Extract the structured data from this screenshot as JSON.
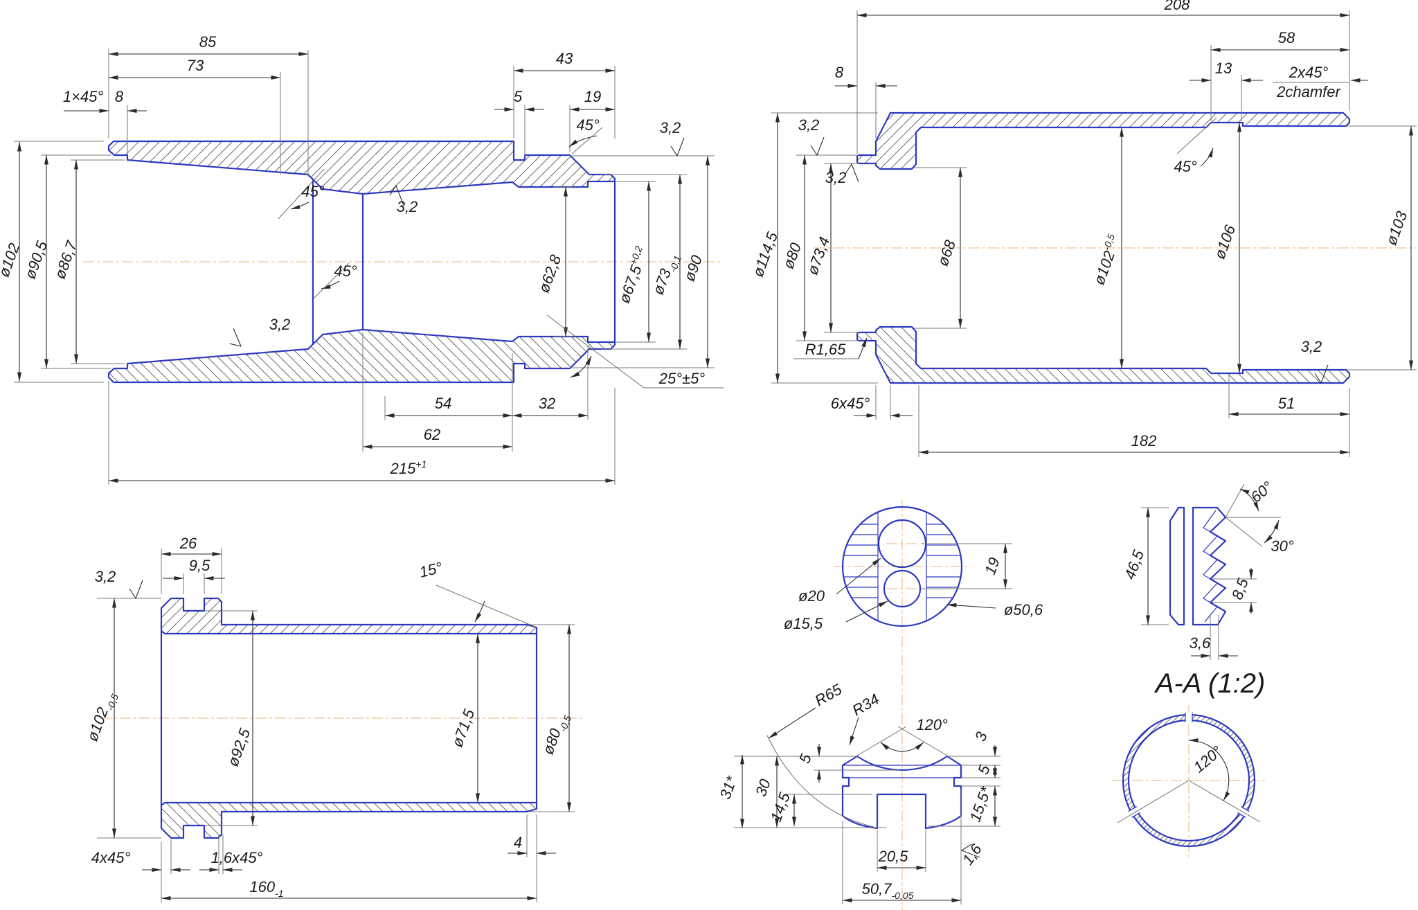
{
  "drawing": {
    "type": "engineering-drawing",
    "description": "Four-view machined sleeve technical drawing with section A-A",
    "colors": {
      "outline": "#2d39c0",
      "dimension": "#2b2b2b",
      "extension": "#787878",
      "centerline": "#f0c092",
      "hatch": "#6a6a6a",
      "background": "#ffffff"
    },
    "v1": {
      "d85": "85",
      "d73": "73",
      "ch1x45": "1×45°",
      "d8": "8",
      "d43": "43",
      "d5": "5",
      "d19": "19",
      "a45a": "45°",
      "a45b": "45°",
      "a45c": "45°",
      "r32a": "3,2",
      "r32b": "3,2",
      "r32c": "3,2",
      "dia102": "ø102",
      "dia90_5": "ø90,5",
      "dia86_7": "ø86,7",
      "dia62_8": "ø62,8",
      "dia67_5": "ø67,5",
      "dia67_5t": "+0,2",
      "dia73": "ø73",
      "dia73t": "-0,1",
      "dia90": "ø90",
      "a25": "25°±5°",
      "d54": "54",
      "d32": "32",
      "d62": "62",
      "d215": "215",
      "d215t": "+1"
    },
    "v2": {
      "d208": "208",
      "d58": "58",
      "d13": "13",
      "ch2x45": "2x45°",
      "ch2name": "2chamfer",
      "d8": "8",
      "r32a": "3,2",
      "r32b": "3,2",
      "r32c": "3,2",
      "dia114_5": "ø114,5",
      "dia80": "ø80",
      "dia73_4": "ø73,4",
      "dia68": "ø68",
      "dia102": "ø102",
      "dia102t": "-0,5",
      "dia106": "ø106",
      "dia103": "ø103",
      "r165": "R1,65",
      "ch6x45": "6x45°",
      "a45": "45°",
      "d51": "51",
      "d182": "182"
    },
    "v3": {
      "d26": "26",
      "d9_5": "9,5",
      "r32": "3,2",
      "dia102": "ø102",
      "dia102t": "-0,5",
      "dia92_5": "ø92,5",
      "dia71_5": "ø71,5",
      "dia80": "ø80",
      "dia80t": "-0,5",
      "a15": "15°",
      "d4": "4",
      "ch4x45": "4x45°",
      "ch16x45": "1,6x45°",
      "d160": "160",
      "d160t": "-1"
    },
    "v4": {
      "dia20": "ø20",
      "dia15_5": "ø15,5",
      "dia50_6": "ø50,6",
      "d19": "19"
    },
    "v5": {
      "r65": "R65",
      "r34": "R34",
      "a120": "120°",
      "d31": "31*",
      "d30": "30",
      "d5l": "5",
      "d14_5": "14,5",
      "d3": "3",
      "d5r": "5",
      "d15_5": "15,5*",
      "d20_5": "20,5",
      "d50_7": "50,7",
      "d50_7t": "-0,05",
      "r16": "1,6"
    },
    "v6": {
      "a60": "60°",
      "a30": "30°",
      "d46_5": "46,5",
      "d8_5": "8,5",
      "d3_6": "3,6",
      "title": "A-A (1:2)"
    },
    "v7": {
      "a120": "120°"
    }
  }
}
